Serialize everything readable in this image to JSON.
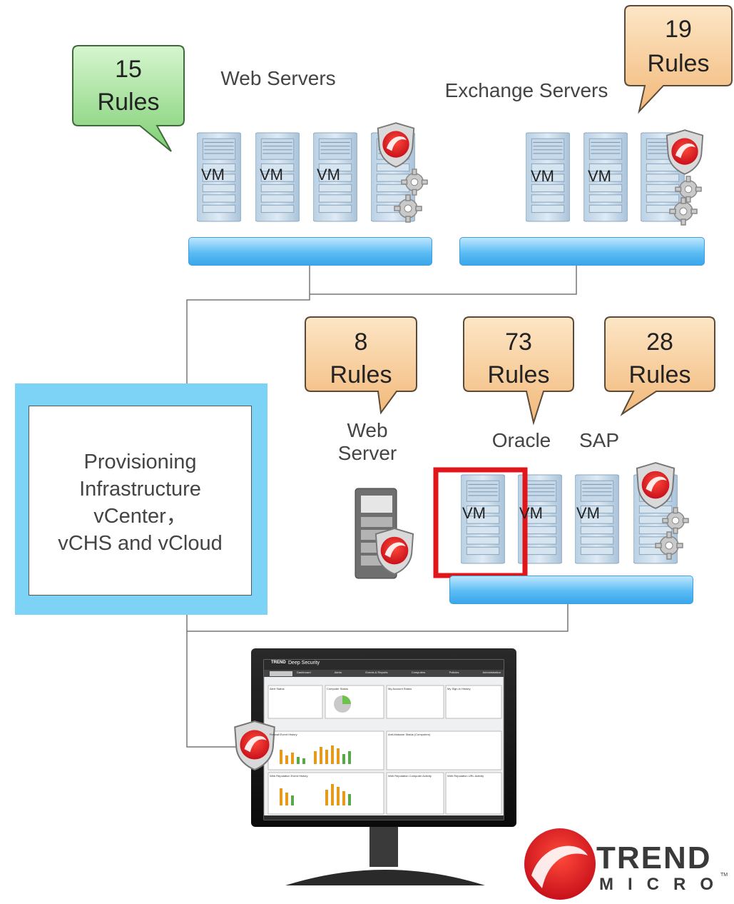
{
  "bubbles": {
    "web_servers_rules": {
      "count": "15",
      "word": "Rules"
    },
    "exchange_rules": {
      "count": "19",
      "word": "Rules"
    },
    "web_server_rules": {
      "count": "8",
      "word": "Rules"
    },
    "oracle_rules": {
      "count": "73",
      "word": "Rules"
    },
    "sap_rules": {
      "count": "28",
      "word": "Rules"
    }
  },
  "groups": {
    "web_servers": "Web Servers",
    "exchange_servers": "Exchange Servers",
    "web_server_line1": "Web",
    "web_server_line2": "Server",
    "oracle": "Oracle",
    "sap": "SAP"
  },
  "vm_label": "VM",
  "provisioning": {
    "line1": "Provisioning",
    "line2": "Infrastructure",
    "line3": "vCenter，",
    "line4": "vCHS and vCloud"
  },
  "console": {
    "product_title": "Deep Security",
    "brand": "TREND",
    "tabs": [
      "Dashboard",
      "Alerts",
      "Events & Reports",
      "Computers",
      "Policies",
      "Administration"
    ],
    "widgets": [
      "Alert Status",
      "Computer Status",
      "My Account Status",
      "My Sign-in History",
      "Firewall Event History",
      "Anti-Malware Status (Computers)",
      "Web Reputation Event History",
      "Web Reputation Computer Activity",
      "Web Reputation URL Activity"
    ]
  },
  "logo": {
    "line1": "TREND",
    "line2": "MICRO",
    "tm": "TM"
  },
  "colors": {
    "bubble_green": "#a6e39a",
    "bubble_tan": "#f7cfa1",
    "switch_blue": "#5bbcf5",
    "highlight_red": "#e0161b",
    "provisioning_blue": "#7dd3f5"
  }
}
